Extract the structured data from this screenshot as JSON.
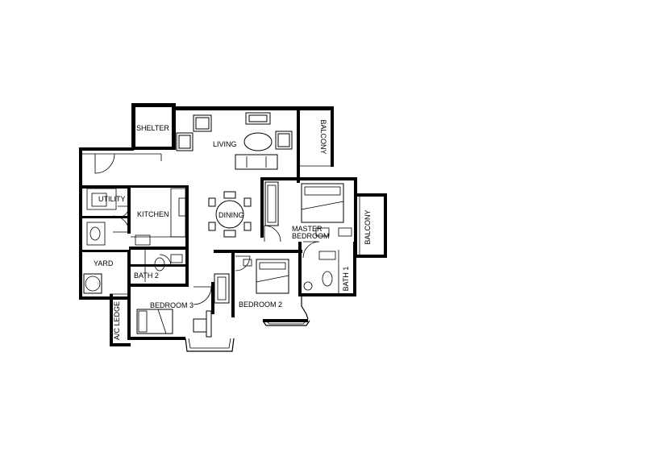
{
  "colors": {
    "line": "#000000",
    "background": "#ffffff"
  },
  "rooms": {
    "shelter": "SHELTER",
    "living": "LIVING",
    "balcony_top": "BALCONY",
    "utility": "UTILITY",
    "kitchen": "KITCHEN",
    "dining": "DINING",
    "master_bedroom_line1": "MASTER",
    "master_bedroom_line2": "BEDROOM",
    "balcony_right": "BALCONY",
    "yard": "YARD",
    "bath2": "BATH 2",
    "bath1": "BATH 1",
    "bedroom3": "BEDROOM 3",
    "bedroom2": "BEDROOM 2",
    "ac_ledge": "A/C LEDGE"
  }
}
